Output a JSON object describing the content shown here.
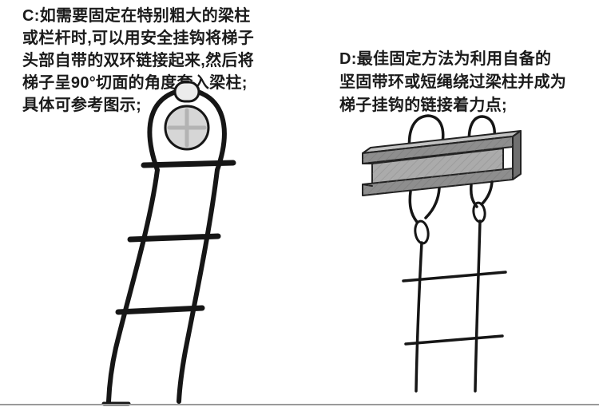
{
  "section_c": {
    "lines": [
      "C:如需要固定在特别粗大的梁柱",
      "或栏杆时,可以用安全挂钩将梯子",
      "头部自带的双环链接起来,然后将",
      "梯子呈90°切面的角度套入梁柱;",
      "具体可参考图示;"
    ]
  },
  "section_d": {
    "lines": [
      "D:最佳固定方法为利用自备的",
      "坚固带环或短绳绕过梁柱并成为",
      "梯子挂钩的链接着力点;"
    ]
  },
  "colors": {
    "ink": "#161616",
    "text": "#1b1b1b",
    "metal_dark": "#8e8e8e",
    "metal_light": "#c2c2c2"
  }
}
